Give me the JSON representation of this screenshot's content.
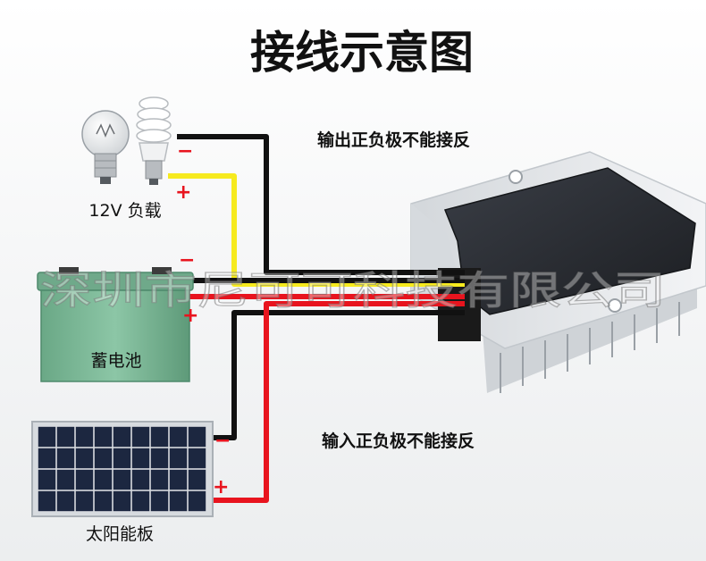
{
  "title": "接线示意图",
  "notes": {
    "output": "输出正负极不能接反",
    "input": "输入正负极不能接反"
  },
  "components": {
    "load": "12V 负载",
    "battery": "蓄电池",
    "solar": "太阳能板"
  },
  "polarity": {
    "minus": "−",
    "plus": "+"
  },
  "watermark": "深圳市尼可可科技有限公司",
  "colors": {
    "wire_black": "#111111",
    "wire_red": "#e8141e",
    "wire_yellow": "#f6ea1e",
    "battery_body": "#7fb89a",
    "panel_cell": "#1c2740",
    "module_body": "#e9ecef",
    "module_top": "#2a2d33"
  }
}
